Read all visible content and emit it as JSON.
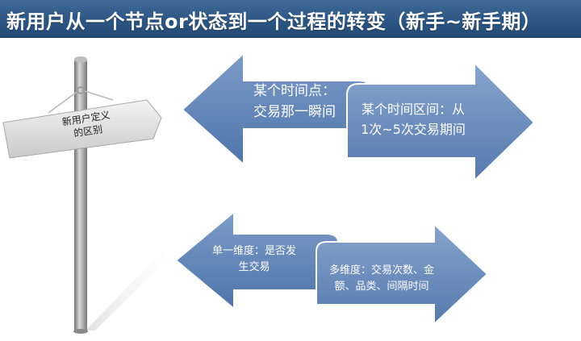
{
  "title": "新用户从一个节点or状态到一个过程的转变（新手~新手期）",
  "signpost": {
    "line1": "新用户定义",
    "line2": "的区别"
  },
  "arrows_top": {
    "left": {
      "line1": "某个时间点：",
      "line2": "交易那一瞬间"
    },
    "right": {
      "line1": "某个时间区间：从",
      "line2": "1次~5次交易期间"
    }
  },
  "arrows_bottom": {
    "left": {
      "line1": "单一维度：是否发",
      "line2": "生交易"
    },
    "right": {
      "line1": "多维度：交易次数、金",
      "line2": "额、品类、间隔时间"
    }
  },
  "colors": {
    "title_bg": "#2d5684",
    "arrow_fill": "#5a7fb3",
    "arrow_fill_light": "#7c9bc6",
    "pole": "#9a9a9a",
    "sign": "#e6e6e6"
  }
}
